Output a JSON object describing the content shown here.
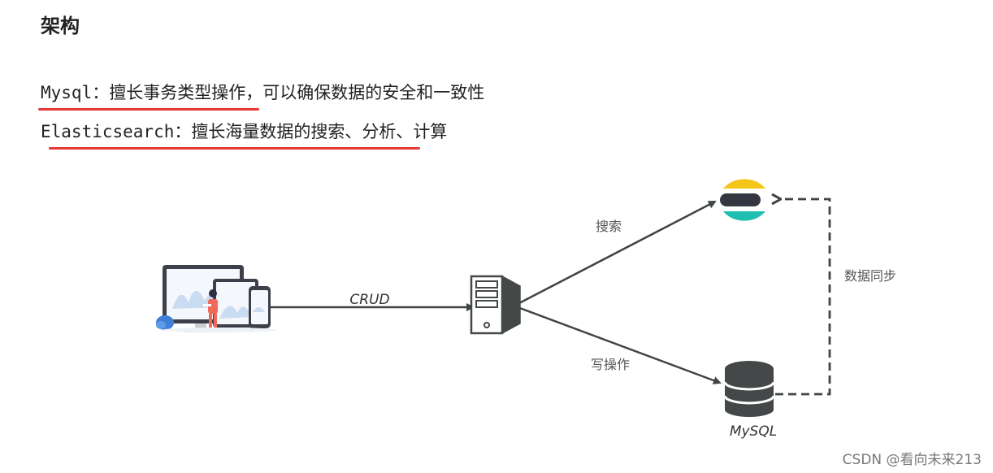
{
  "heading": "架构",
  "lines": [
    {
      "prefix": "Mysql",
      "separator": "：",
      "text": "擅长事务类型操作，可以确保数据的安全和一致性"
    },
    {
      "prefix": "Elasticsearch",
      "separator": "：",
      "text": "擅长海量数据的搜索、分析、计算"
    }
  ],
  "diagram": {
    "edge_crud": "CRUD",
    "edge_search": "搜索",
    "edge_write": "写操作",
    "edge_sync": "数据同步",
    "node_mysql": "MySQL"
  },
  "colors": {
    "underline": "#e53935",
    "arrow": "#404444",
    "server": "#444848",
    "es_yellow": "#f5c518",
    "es_teal": "#1ebeb0",
    "es_dark": "#343741"
  },
  "icons": [
    "devices-illustration",
    "server-icon",
    "elasticsearch-logo",
    "database-icon"
  ],
  "watermark": "CSDN @看向未来213"
}
